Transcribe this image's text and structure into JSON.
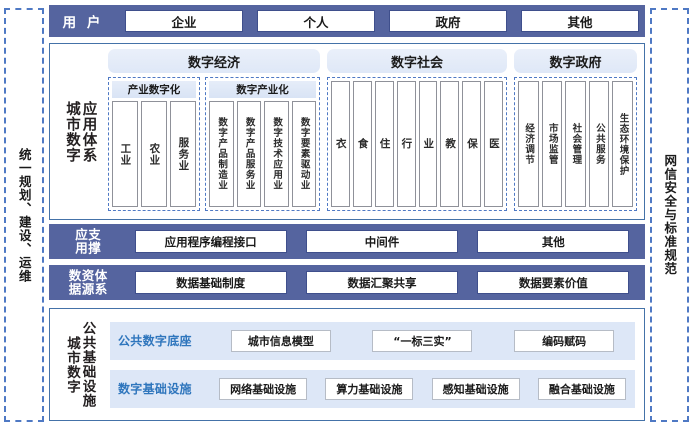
{
  "rails": {
    "left": {
      "label": "统一规划、建设、运维"
    },
    "right": {
      "label": "网信安全与标准规范"
    }
  },
  "user_band": {
    "label": "用 户",
    "items": [
      {
        "label": "企业"
      },
      {
        "label": "个人"
      },
      {
        "label": "政府"
      },
      {
        "label": "其他"
      }
    ]
  },
  "application": {
    "side_label_outer": "城市数字",
    "side_label_inner": "应用体系",
    "pillars": [
      {
        "title": "数字经济",
        "groups": [
          {
            "title": "产业数字化",
            "cells": [
              {
                "label": "工业"
              },
              {
                "label": "农业"
              },
              {
                "label": "服务业"
              }
            ]
          },
          {
            "title": "数字产业化",
            "cells": [
              {
                "label": "数字产品制造业"
              },
              {
                "label": "数字产品服务业"
              },
              {
                "label": "数字技术应用业"
              },
              {
                "label": "数字要素驱动业"
              }
            ]
          }
        ]
      },
      {
        "title": "数字社会",
        "groups": [
          {
            "title": "",
            "cells": [
              {
                "label": "衣"
              },
              {
                "label": "食"
              },
              {
                "label": "住"
              },
              {
                "label": "行"
              },
              {
                "label": "业"
              },
              {
                "label": "教"
              },
              {
                "label": "保"
              },
              {
                "label": "医"
              }
            ]
          }
        ]
      },
      {
        "title": "数字政府",
        "groups": [
          {
            "title": "",
            "cells": [
              {
                "label": "经济调节"
              },
              {
                "label": "市场监管"
              },
              {
                "label": "社会管理"
              },
              {
                "label": "公共服务"
              },
              {
                "label": "生态环境保护"
              }
            ]
          }
        ]
      }
    ]
  },
  "support_band": {
    "label_col1": "应用",
    "label_col2": "支撑",
    "items": [
      {
        "label": "应用程序编程接口"
      },
      {
        "label": "中间件"
      },
      {
        "label": "其他"
      }
    ]
  },
  "data_band": {
    "label_col1": "数据",
    "label_col2": "资源",
    "label_col3": "体系",
    "items": [
      {
        "label": "数据基础制度"
      },
      {
        "label": "数据汇聚共享"
      },
      {
        "label": "数据要素价值"
      }
    ]
  },
  "infrastructure": {
    "side_label_outer": "城市数字",
    "side_label_inner": "公共基础设施",
    "rows": [
      {
        "label": "公共数字底座",
        "items": [
          {
            "label": "城市信息模型"
          },
          {
            "label": "“一标三实”"
          },
          {
            "label": "编码赋码"
          }
        ]
      },
      {
        "label": "数字基础设施",
        "items": [
          {
            "label": "网络基础设施"
          },
          {
            "label": "算力基础设施"
          },
          {
            "label": "感知基础设施"
          },
          {
            "label": "融合基础设施"
          }
        ]
      }
    ]
  },
  "colors": {
    "band_blue": "#55649f",
    "dashed_blue": "#4f79c4",
    "section_border": "#4472a8",
    "pill_light": "#dfe8f7",
    "row_light": "#dde7f7",
    "row_label_blue": "#2f76bd"
  }
}
